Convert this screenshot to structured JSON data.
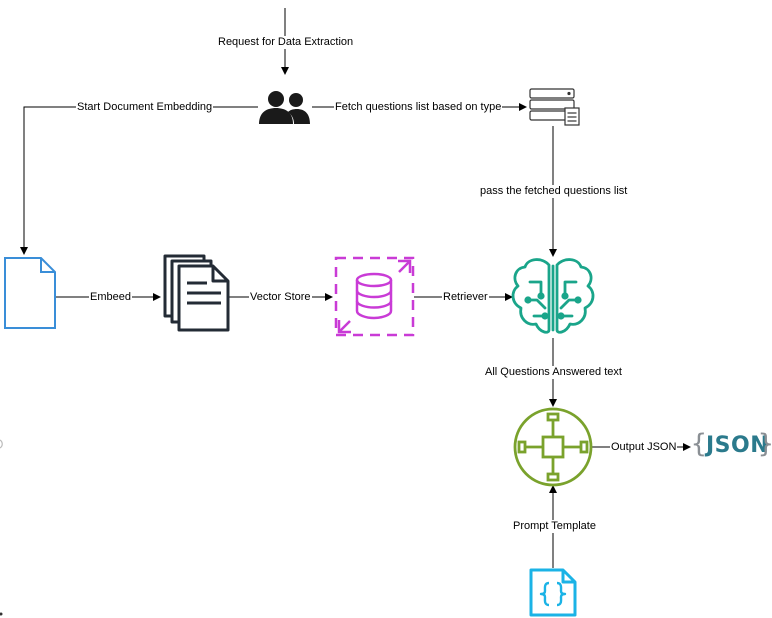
{
  "edges": {
    "request": "Request for Data Extraction",
    "start_embedding": "Start Document Embedding",
    "fetch_questions": "Fetch questions list based on type",
    "pass_questions": "pass the fetched questions list",
    "embeed": "Embeed",
    "vector_store": "Vector Store",
    "retriever": "Retriever",
    "answered_text": "All Questions Answered text",
    "output_json": "Output JSON",
    "prompt_template": "Prompt Template"
  },
  "output_badge": {
    "text": "JSON",
    "open_brace": "{",
    "close_brace": "}"
  },
  "icons": {
    "users": "users-icon",
    "server": "server-list-icon",
    "document": "document-icon",
    "pages": "document-stack-icon",
    "vector": "vector-database-icon",
    "brain": "ml-brain-icon",
    "processor": "processing-node-icon",
    "template": "code-template-icon"
  },
  "colors": {
    "document": "#3a8ed8",
    "vector": "#c93bd6",
    "brain": "#1aa58a",
    "processor": "#7aa22c",
    "template": "#1bb3e6",
    "json": "#2b7a8c"
  }
}
